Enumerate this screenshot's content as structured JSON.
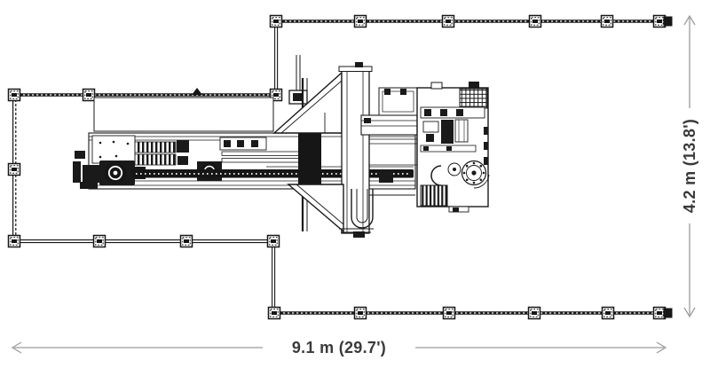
{
  "diagram": {
    "type": "machine-footprint-top-view",
    "dimension_horizontal": "9.1 m (29.7')",
    "dimension_vertical": "4.2 m (13.8')"
  },
  "colors": {
    "drawing_line": "#1a1a1a",
    "fence_line": "#161616",
    "dimension_line": "#9c9c9c",
    "dimension_text": "#3a3a3a",
    "background": "#ffffff"
  }
}
